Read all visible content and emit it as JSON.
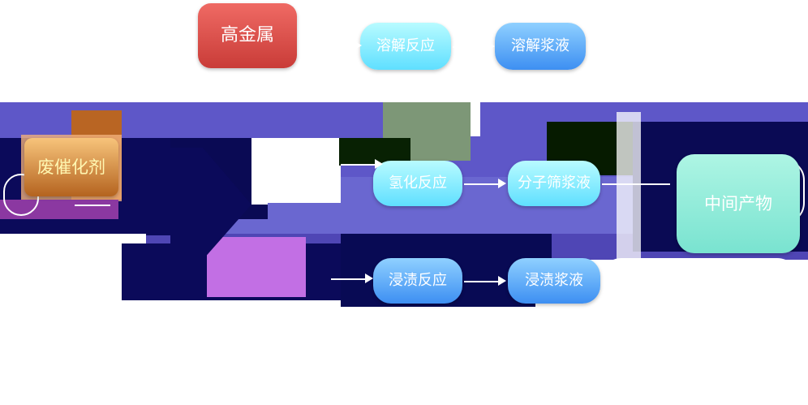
{
  "diagram": {
    "nodes": {
      "precious_metal": "高金属",
      "spent_catalyst": "废催化剂",
      "dissolution_reaction": "溶解反应",
      "dissolution_slurry": "溶解浆液",
      "hydration_reaction": "氢化反应",
      "molecular_sieve_slurry": "分子筛浆液",
      "leaching_reaction": "浸渍反应",
      "leaching_slurry": "浸渍浆液",
      "intermediate_product": "中间产物"
    }
  },
  "colors": {
    "background": "#ffffff",
    "primary_blue": "#3d8ff2",
    "light_cyan": "#6ce5ff",
    "red_box": "#d94a45",
    "orange_box": "#c87c2b",
    "green_box": "#7fe4d1",
    "dark_navy": "#0b0a5a",
    "purple_band": "#5c52bf",
    "green_gray": "#7b9873"
  }
}
